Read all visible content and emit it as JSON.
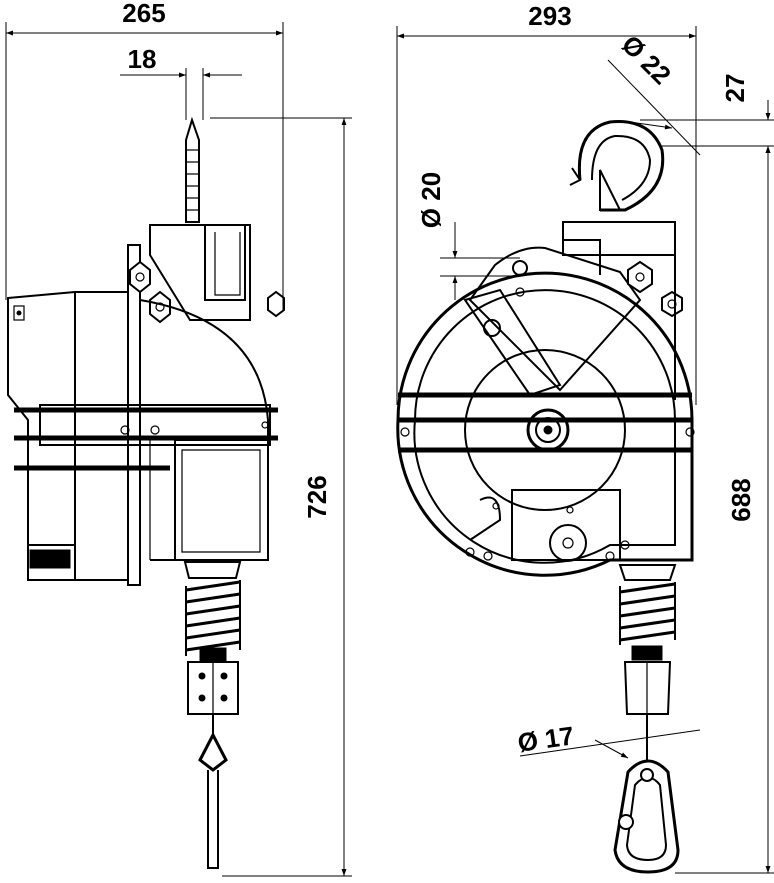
{
  "dimensions": {
    "side_width": "265",
    "axis_offset": "18",
    "side_height": "726",
    "front_width": "293",
    "hook_diameter": "Ø 22",
    "hook_offset": "27",
    "pivot_diameter": "Ø 20",
    "front_height": "688",
    "carabiner_diameter": "Ø 17"
  },
  "colors": {
    "line": "#000000",
    "background": "#ffffff"
  }
}
